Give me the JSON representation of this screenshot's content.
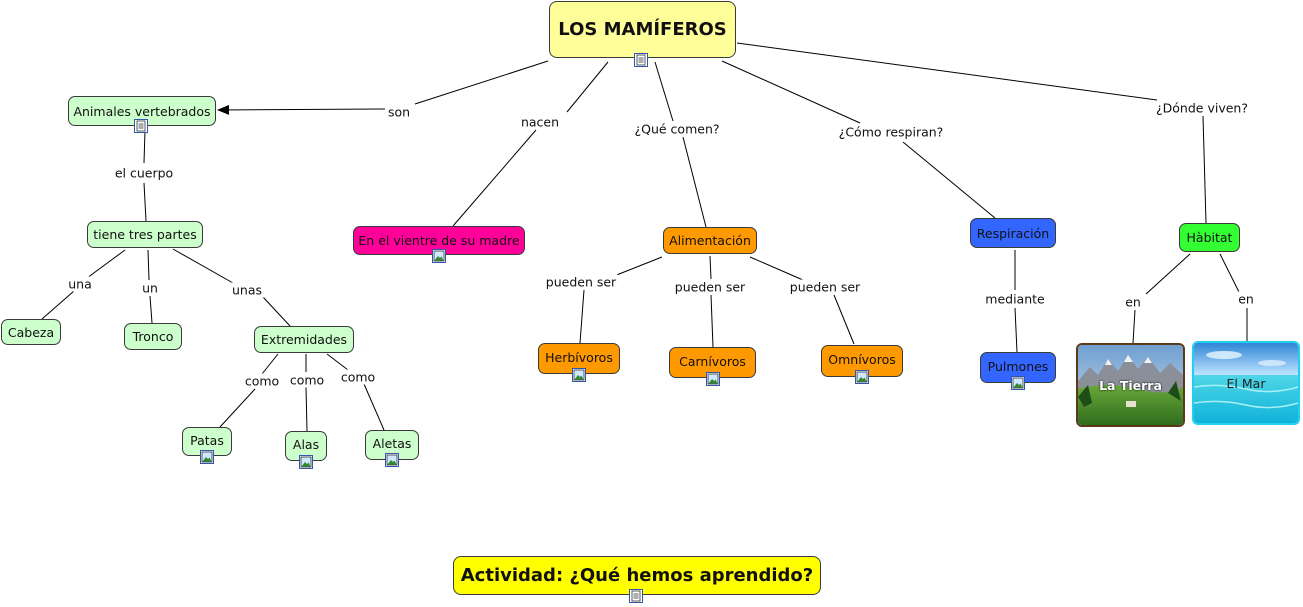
{
  "main": {
    "title": "LOS MAMÍFEROS"
  },
  "nodes": {
    "vertebrados": "Animales vertebrados",
    "tres_partes": "tiene tres partes",
    "cabeza": "Cabeza",
    "tronco": "Tronco",
    "extremidades": "Extremidades",
    "patas": "Patas",
    "alas": "Alas",
    "aletas": "Aletas",
    "vientre": "En el vientre de su madre",
    "alimentacion": "Alimentación",
    "herbivoros": "Herbívoros",
    "carnivoros": "Carnívoros",
    "omnivoros": "Omnívoros",
    "respiracion": "Respiración",
    "pulmones": "Pulmones",
    "habitat": "Hàbitat",
    "tierra": "La Tierra",
    "mar": "El Mar"
  },
  "labels": {
    "son": "son",
    "el_cuerpo": "el cuerpo",
    "una": "una",
    "un": "un",
    "unas": "unas",
    "como1": "como",
    "como2": "como",
    "como3": "como",
    "nacen": "nacen",
    "que_comen": "¿Qué comen?",
    "pueden_ser1": "pueden ser",
    "pueden_ser2": "pueden ser",
    "pueden_ser3": "pueden ser",
    "como_respiran": "¿Cómo respiran?",
    "mediante": "mediante",
    "donde_viven": "¿Dónde viven?",
    "en1": "en",
    "en2": "en"
  },
  "activity": {
    "title": "Actividad: ¿Qué hemos aprendido?"
  },
  "colors": {
    "main": "#ffff99",
    "green": "#ccffcc",
    "orange": "#ff9900",
    "blue": "#3366ff",
    "magenta": "#ff0099",
    "lime": "#33ff33",
    "activity": "#ffff00"
  },
  "icons": {
    "document": "document-icon",
    "image": "image-icon"
  }
}
